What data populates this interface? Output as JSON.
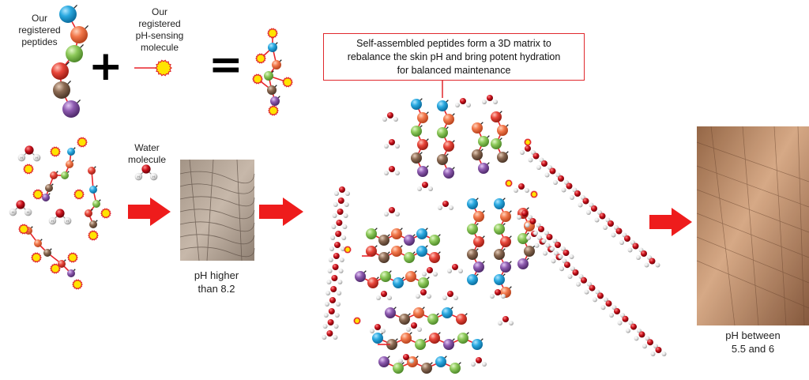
{
  "labels": {
    "peptides": "Our\nregistered\npeptides",
    "ph_molecule": "Our\nregistered\npH-sensing\nmolecule",
    "plus": "+",
    "equals": "=",
    "water_molecule": "Water\nmolecule",
    "ph_high": "pH higher\nthan 8.2",
    "ph_balanced": "pH between\n5.5 and 6",
    "matrix_callout": "Self-assembled peptides form a 3D matrix to\nrebalance the skin pH and bring potent hydration\nfor balanced maintenance",
    "atom_h": "H"
  },
  "colors": {
    "arrow": "#ee1c1c",
    "link": "#e8242a",
    "bead_blue": "#2aa9e0",
    "bead_orange": "#f2784b",
    "bead_green": "#8dc95a",
    "bead_red": "#e8463a",
    "bead_brown": "#8b6a53",
    "bead_purple": "#8e5bb0",
    "sensor_fill": "#ffe400",
    "sensor_ring": "#e0282d",
    "oxygen": "#c8101a",
    "hydrogen": "#d9d9d9"
  },
  "icons": [
    "peptide-chain-icon",
    "ph-sensor-icon",
    "water-molecule-icon",
    "arrow-right-icon",
    "skin-photo-icon"
  ]
}
